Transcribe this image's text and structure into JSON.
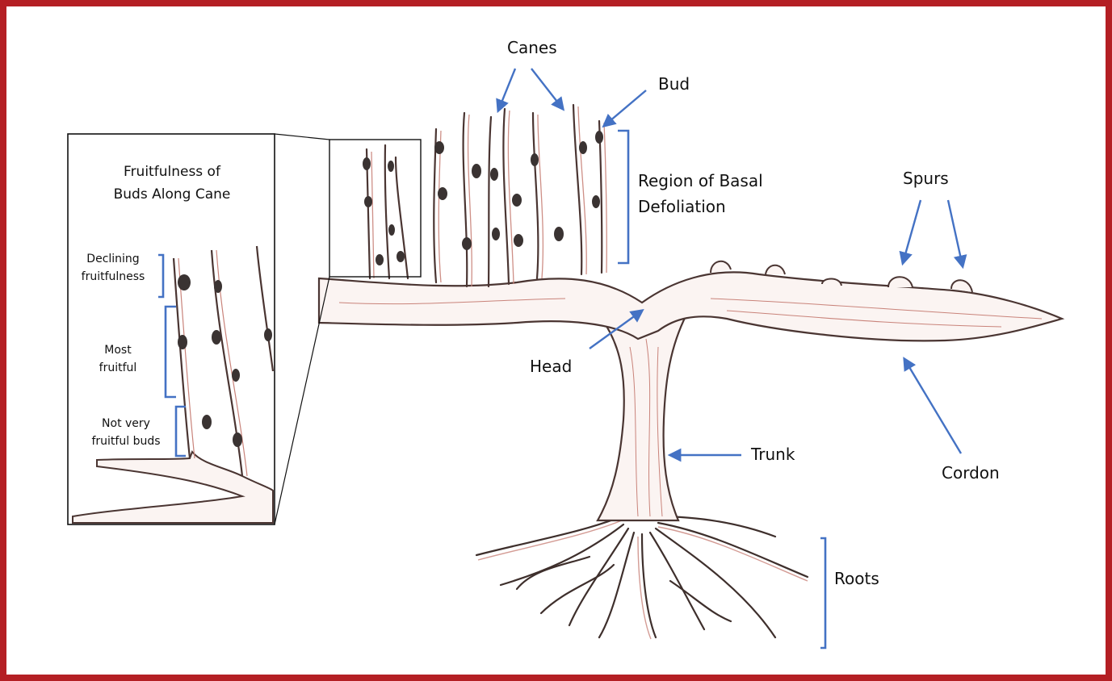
{
  "labels": {
    "canes": "Canes",
    "bud": "Bud",
    "region_line1": "Region of Basal",
    "region_line2": "Defoliation",
    "spurs": "Spurs",
    "head": "Head",
    "trunk": "Trunk",
    "cordon": "Cordon",
    "roots": "Roots"
  },
  "inset": {
    "title_line1": "Fruitfulness of",
    "title_line2": "Buds Along Cane",
    "declining_line1": "Declining",
    "declining_line2": "fruitfulness",
    "most_line1": "Most",
    "most_line2": "fruitful",
    "notvery_line1": "Not very",
    "notvery_line2": "fruitful buds"
  },
  "colors": {
    "frame": "#b41f24",
    "arrow": "#4472c4",
    "bracket": "#4472c4",
    "wood": "#5a3c36",
    "wood_tint": "#c9837a",
    "bud": "#3a3332"
  }
}
